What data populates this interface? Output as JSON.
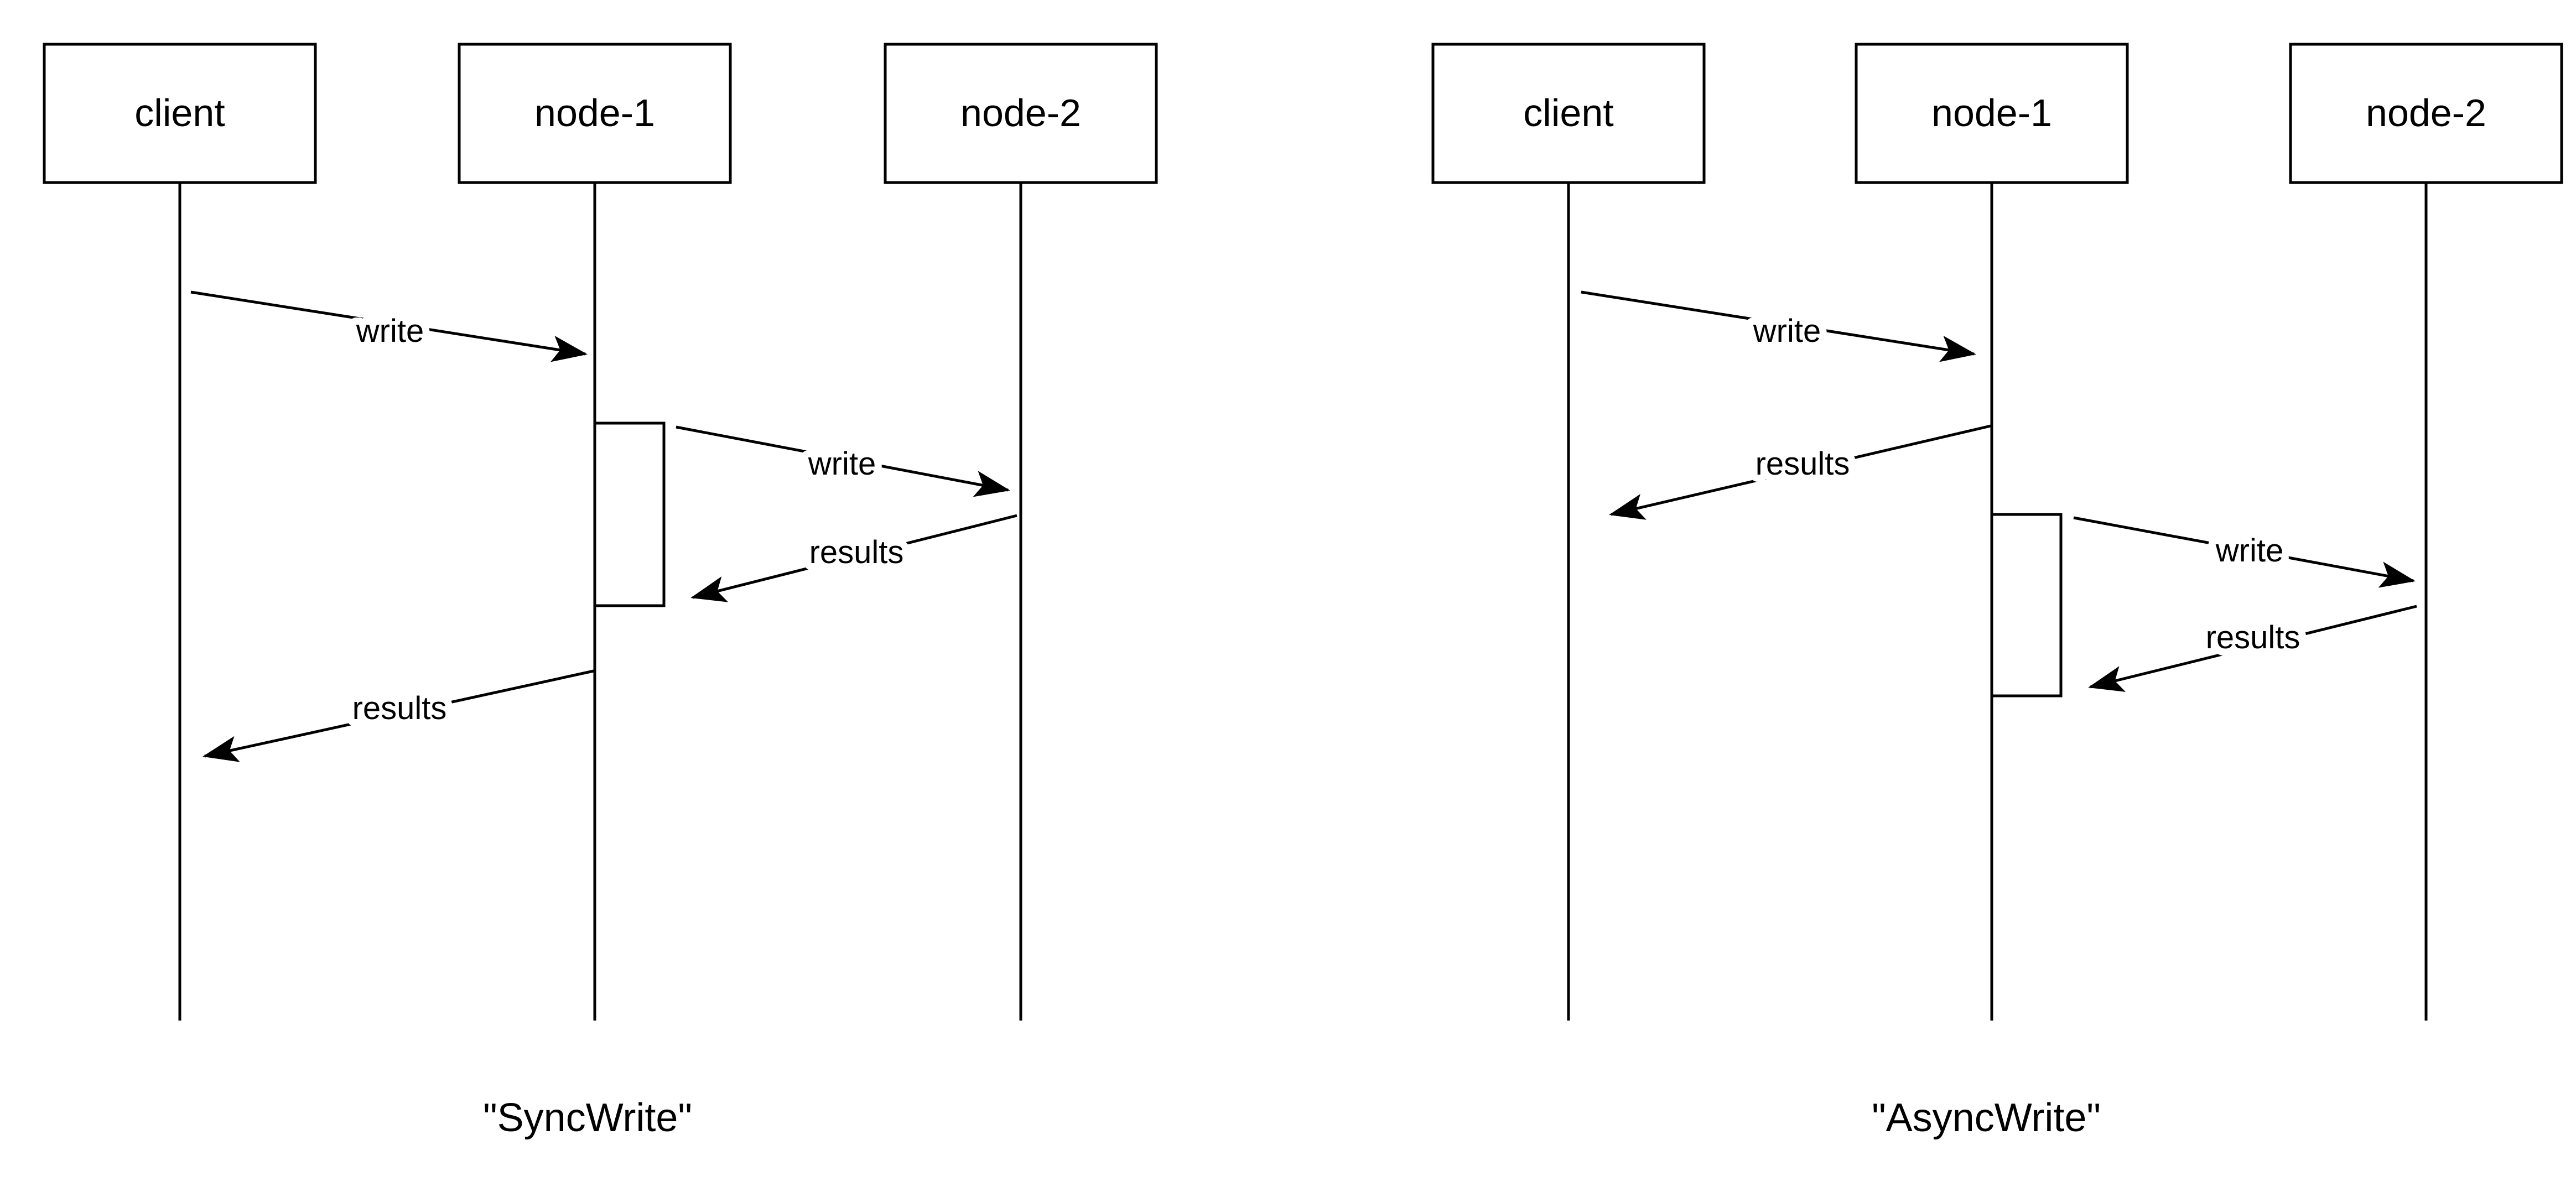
{
  "colors": {
    "stroke": "#000000",
    "background": "#ffffff"
  },
  "diagrams": [
    {
      "caption": "\"SyncWrite\"",
      "actors": [
        {
          "name": "client"
        },
        {
          "name": "node-1"
        },
        {
          "name": "node-2"
        }
      ],
      "messages": [
        {
          "label": "write",
          "from": "client",
          "to": "node-1"
        },
        {
          "label": "write",
          "from": "node-1",
          "to": "node-2"
        },
        {
          "label": "results",
          "from": "node-2",
          "to": "node-1"
        },
        {
          "label": "results",
          "from": "node-1",
          "to": "client"
        }
      ]
    },
    {
      "caption": "\"AsyncWrite\"",
      "actors": [
        {
          "name": "client"
        },
        {
          "name": "node-1"
        },
        {
          "name": "node-2"
        }
      ],
      "messages": [
        {
          "label": "write",
          "from": "client",
          "to": "node-1"
        },
        {
          "label": "results",
          "from": "node-1",
          "to": "client"
        },
        {
          "label": "write",
          "from": "node-1",
          "to": "node-2"
        },
        {
          "label": "results",
          "from": "node-2",
          "to": "node-1"
        }
      ]
    }
  ]
}
